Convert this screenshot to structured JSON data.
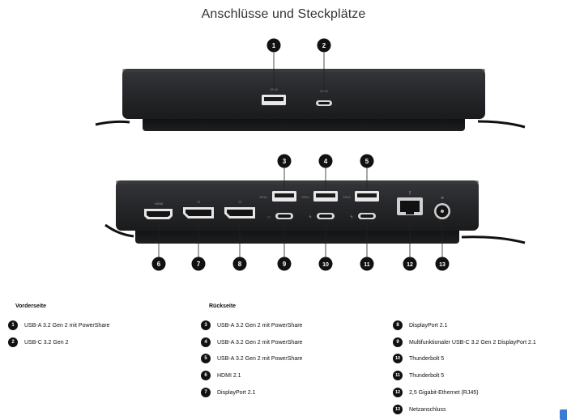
{
  "title": "Anschlüsse und Steckplätze",
  "front_heading": "Vorderseite",
  "rear_heading": "Rückseite",
  "callouts": [
    "1",
    "2",
    "3",
    "4",
    "5",
    "6",
    "7",
    "8",
    "9",
    "10",
    "11",
    "12",
    "13"
  ],
  "port_labels": {
    "front_usb_a": "SS10",
    "front_usb_c": "SS10",
    "rear_usb_a_1": "SS10",
    "rear_usb_a_2": "SS10",
    "rear_usb_a_3": "SS10",
    "rear_hdmi": "HDMI"
  },
  "legend_front": [
    {
      "num": "1",
      "text": "USB-A 3.2 Gen 2 mit PowerShare"
    },
    {
      "num": "2",
      "text": "USB-C 3.2 Gen 2"
    }
  ],
  "legend_rear_a": [
    {
      "num": "3",
      "text": "USB-A 3.2 Gen 2 mit PowerShare"
    },
    {
      "num": "4",
      "text": "USB-A 3.2 Gen 2 mit PowerShare"
    },
    {
      "num": "5",
      "text": "USB-A 3.2 Gen 2 mit PowerShare"
    },
    {
      "num": "6",
      "text": "HDMI 2.1"
    },
    {
      "num": "7",
      "text": "DisplayPort 2.1"
    }
  ],
  "legend_rear_b": [
    {
      "num": "8",
      "text": "DisplayPort 2.1"
    },
    {
      "num": "9",
      "text": "Multifunktionaler USB-C 3.2 Gen 2 DisplayPort 2.1"
    },
    {
      "num": "10",
      "text": "Thunderbolt 5"
    },
    {
      "num": "11",
      "text": "Thunderbolt 5"
    },
    {
      "num": "12",
      "text": "2,5 Gigabit-Ethernet (RJ45)"
    },
    {
      "num": "13",
      "text": "Netzanschluss"
    }
  ],
  "colors": {
    "dock_body": "#1c1d1f",
    "dock_face": "#2a2b2e",
    "callout_bg": "#111111",
    "accent_corner": "#3a7bd5"
  }
}
